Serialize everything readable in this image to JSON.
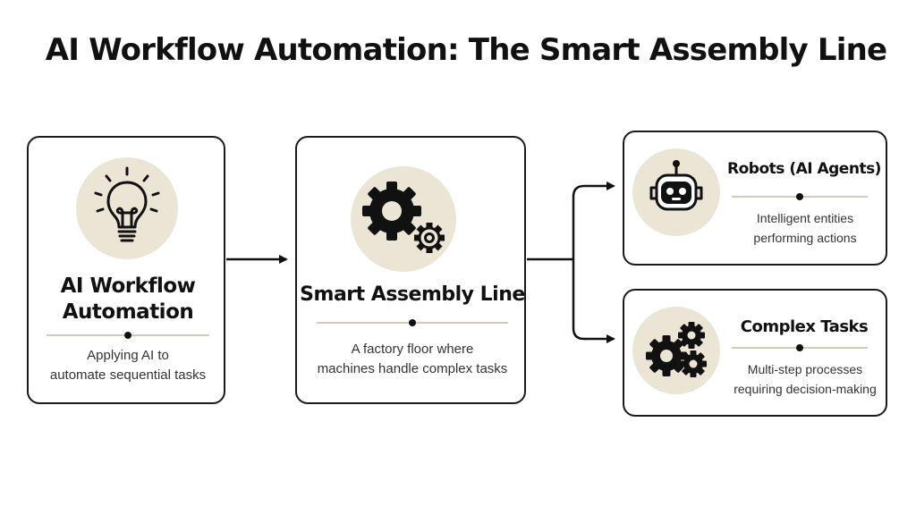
{
  "title": "AI Workflow Automation: The Smart Assembly Line",
  "colors": {
    "icon_background": "#ebe5d6",
    "divider": "#d2cab6",
    "stroke": "#111111"
  },
  "nodes": [
    {
      "heading": "AI Workflow Automation",
      "description_lines": [
        "Applying AI to",
        "automate sequential tasks"
      ],
      "icon": "lightbulb-icon"
    },
    {
      "heading": "Smart Assembly Line",
      "description_lines": [
        "A factory floor where",
        "machines handle complex tasks"
      ],
      "icon": "gears-icon"
    },
    {
      "heading": "Robots (AI Agents)",
      "description_lines": [
        "Intelligent entities",
        "performing actions"
      ],
      "icon": "robot-icon"
    },
    {
      "heading": "Complex Tasks",
      "description_lines": [
        "Multi-step processes",
        "requiring decision-making"
      ],
      "icon": "gears-cluster-icon"
    }
  ],
  "connections": [
    {
      "from": "AI Workflow Automation",
      "to": "Smart Assembly Line"
    },
    {
      "from": "Smart Assembly Line",
      "to": "Robots (AI Agents)"
    },
    {
      "from": "Smart Assembly Line",
      "to": "Complex Tasks"
    }
  ]
}
